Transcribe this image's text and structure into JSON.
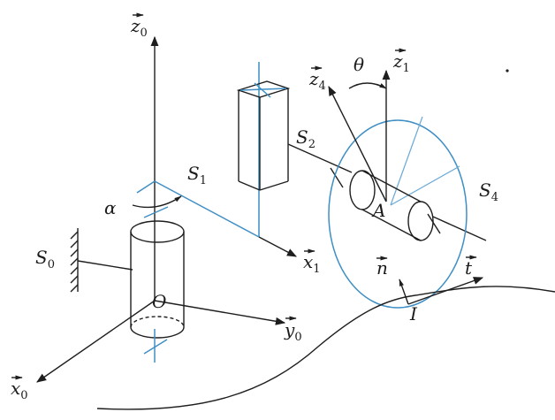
{
  "labels": {
    "z0": {
      "letter": "z",
      "sub": "0"
    },
    "z1": {
      "letter": "z",
      "sub": "1"
    },
    "z4": {
      "letter": "z",
      "sub": "4"
    },
    "x1": {
      "letter": "x",
      "sub": "1"
    },
    "x0": {
      "letter": "x",
      "sub": "0"
    },
    "y0": {
      "letter": "y",
      "sub": "0"
    },
    "n": {
      "letter": "n"
    },
    "t": {
      "letter": "t"
    },
    "theta": "θ",
    "alpha": "α",
    "S0": {
      "letter": "S",
      "sub": "0"
    },
    "S1": {
      "letter": "S",
      "sub": "1"
    },
    "S2": {
      "letter": "S",
      "sub": "2"
    },
    "S4": {
      "letter": "S",
      "sub": "4"
    },
    "O": "O",
    "A": "A",
    "I": "I"
  },
  "colors": {
    "ink": "#1e1e1e",
    "blue": "#3f8fc4"
  }
}
